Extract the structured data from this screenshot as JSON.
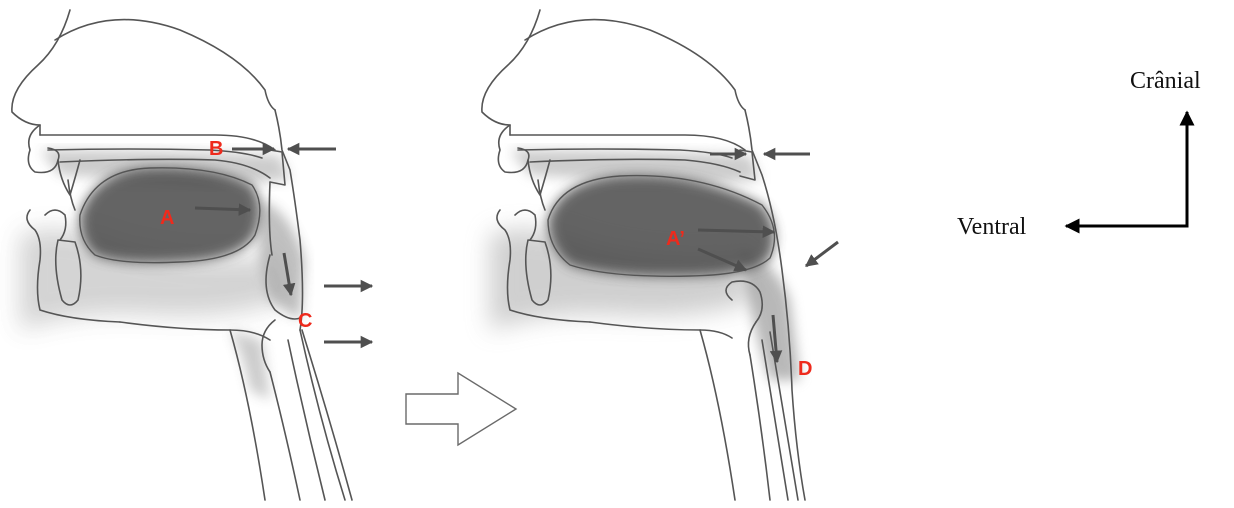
{
  "colors": {
    "outline": "#555555",
    "shade": "#8f8f8f",
    "shade_dark": "#4a4a4a",
    "arrow": "#4f4f4f",
    "label": "#ee2a1c",
    "axis": "#000000"
  },
  "panel_left": {
    "labels": {
      "a": "A",
      "b": "B",
      "c": "C"
    }
  },
  "panel_right": {
    "labels": {
      "a_prime": "A’",
      "d": "D"
    }
  },
  "transition_arrow": {
    "icon": "hollow-right-arrow-icon"
  },
  "orientation": {
    "cranial": "Crânial",
    "ventral": "Ventral"
  }
}
